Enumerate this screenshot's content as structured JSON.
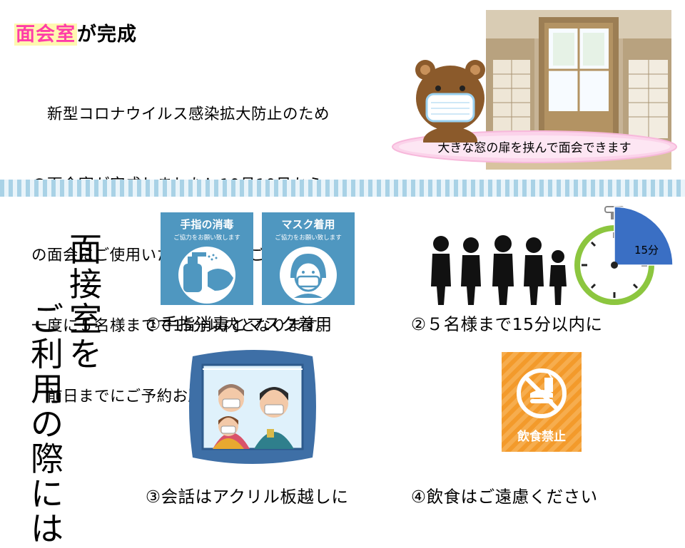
{
  "header": {
    "title_highlight": "面会室",
    "title_rest": "が完成"
  },
  "intro": {
    "lines": [
      "　新型コロナウイルス感染拡大防止のため",
      "の面会室が完成しました！10月10日から",
      "の面会にご使用いただけます。ご利用は、",
      "一度に５名様までで15分以内となります。",
      "　前日までにご予約お願いします(^^)"
    ]
  },
  "bubble": {
    "text": "大きな窓の扉を挟んで面会できます"
  },
  "vertical_heading": {
    "col1": [
      "面",
      "接",
      "室",
      "を"
    ],
    "col2": [
      "ご",
      "利",
      "用",
      "の",
      "際",
      "に",
      "は"
    ]
  },
  "signs": {
    "sanitize": {
      "title": "手指の消毒",
      "subtitle": "ご協力をお願い致します"
    },
    "mask": {
      "title": "マスク着用",
      "subtitle": "ご協力をお願い致します"
    }
  },
  "timer": {
    "label": "15分"
  },
  "nofood": {
    "label": "飲食禁止"
  },
  "rules": [
    "①手指消毒とマスク着用",
    "②５名様まで15分以内に",
    "③会話はアクリル板越しに",
    "④飲食はご遠慮ください"
  ],
  "colors": {
    "title_pink": "#ff3da8",
    "title_highlight_bg": "#fff8b0",
    "sign_blue": "#4f97c0",
    "timer_blue": "#3a6fc4",
    "timer_green": "#8cc63f",
    "nofood_orange": "#f39a2b",
    "bubble_pink": "#fbd3ea"
  }
}
